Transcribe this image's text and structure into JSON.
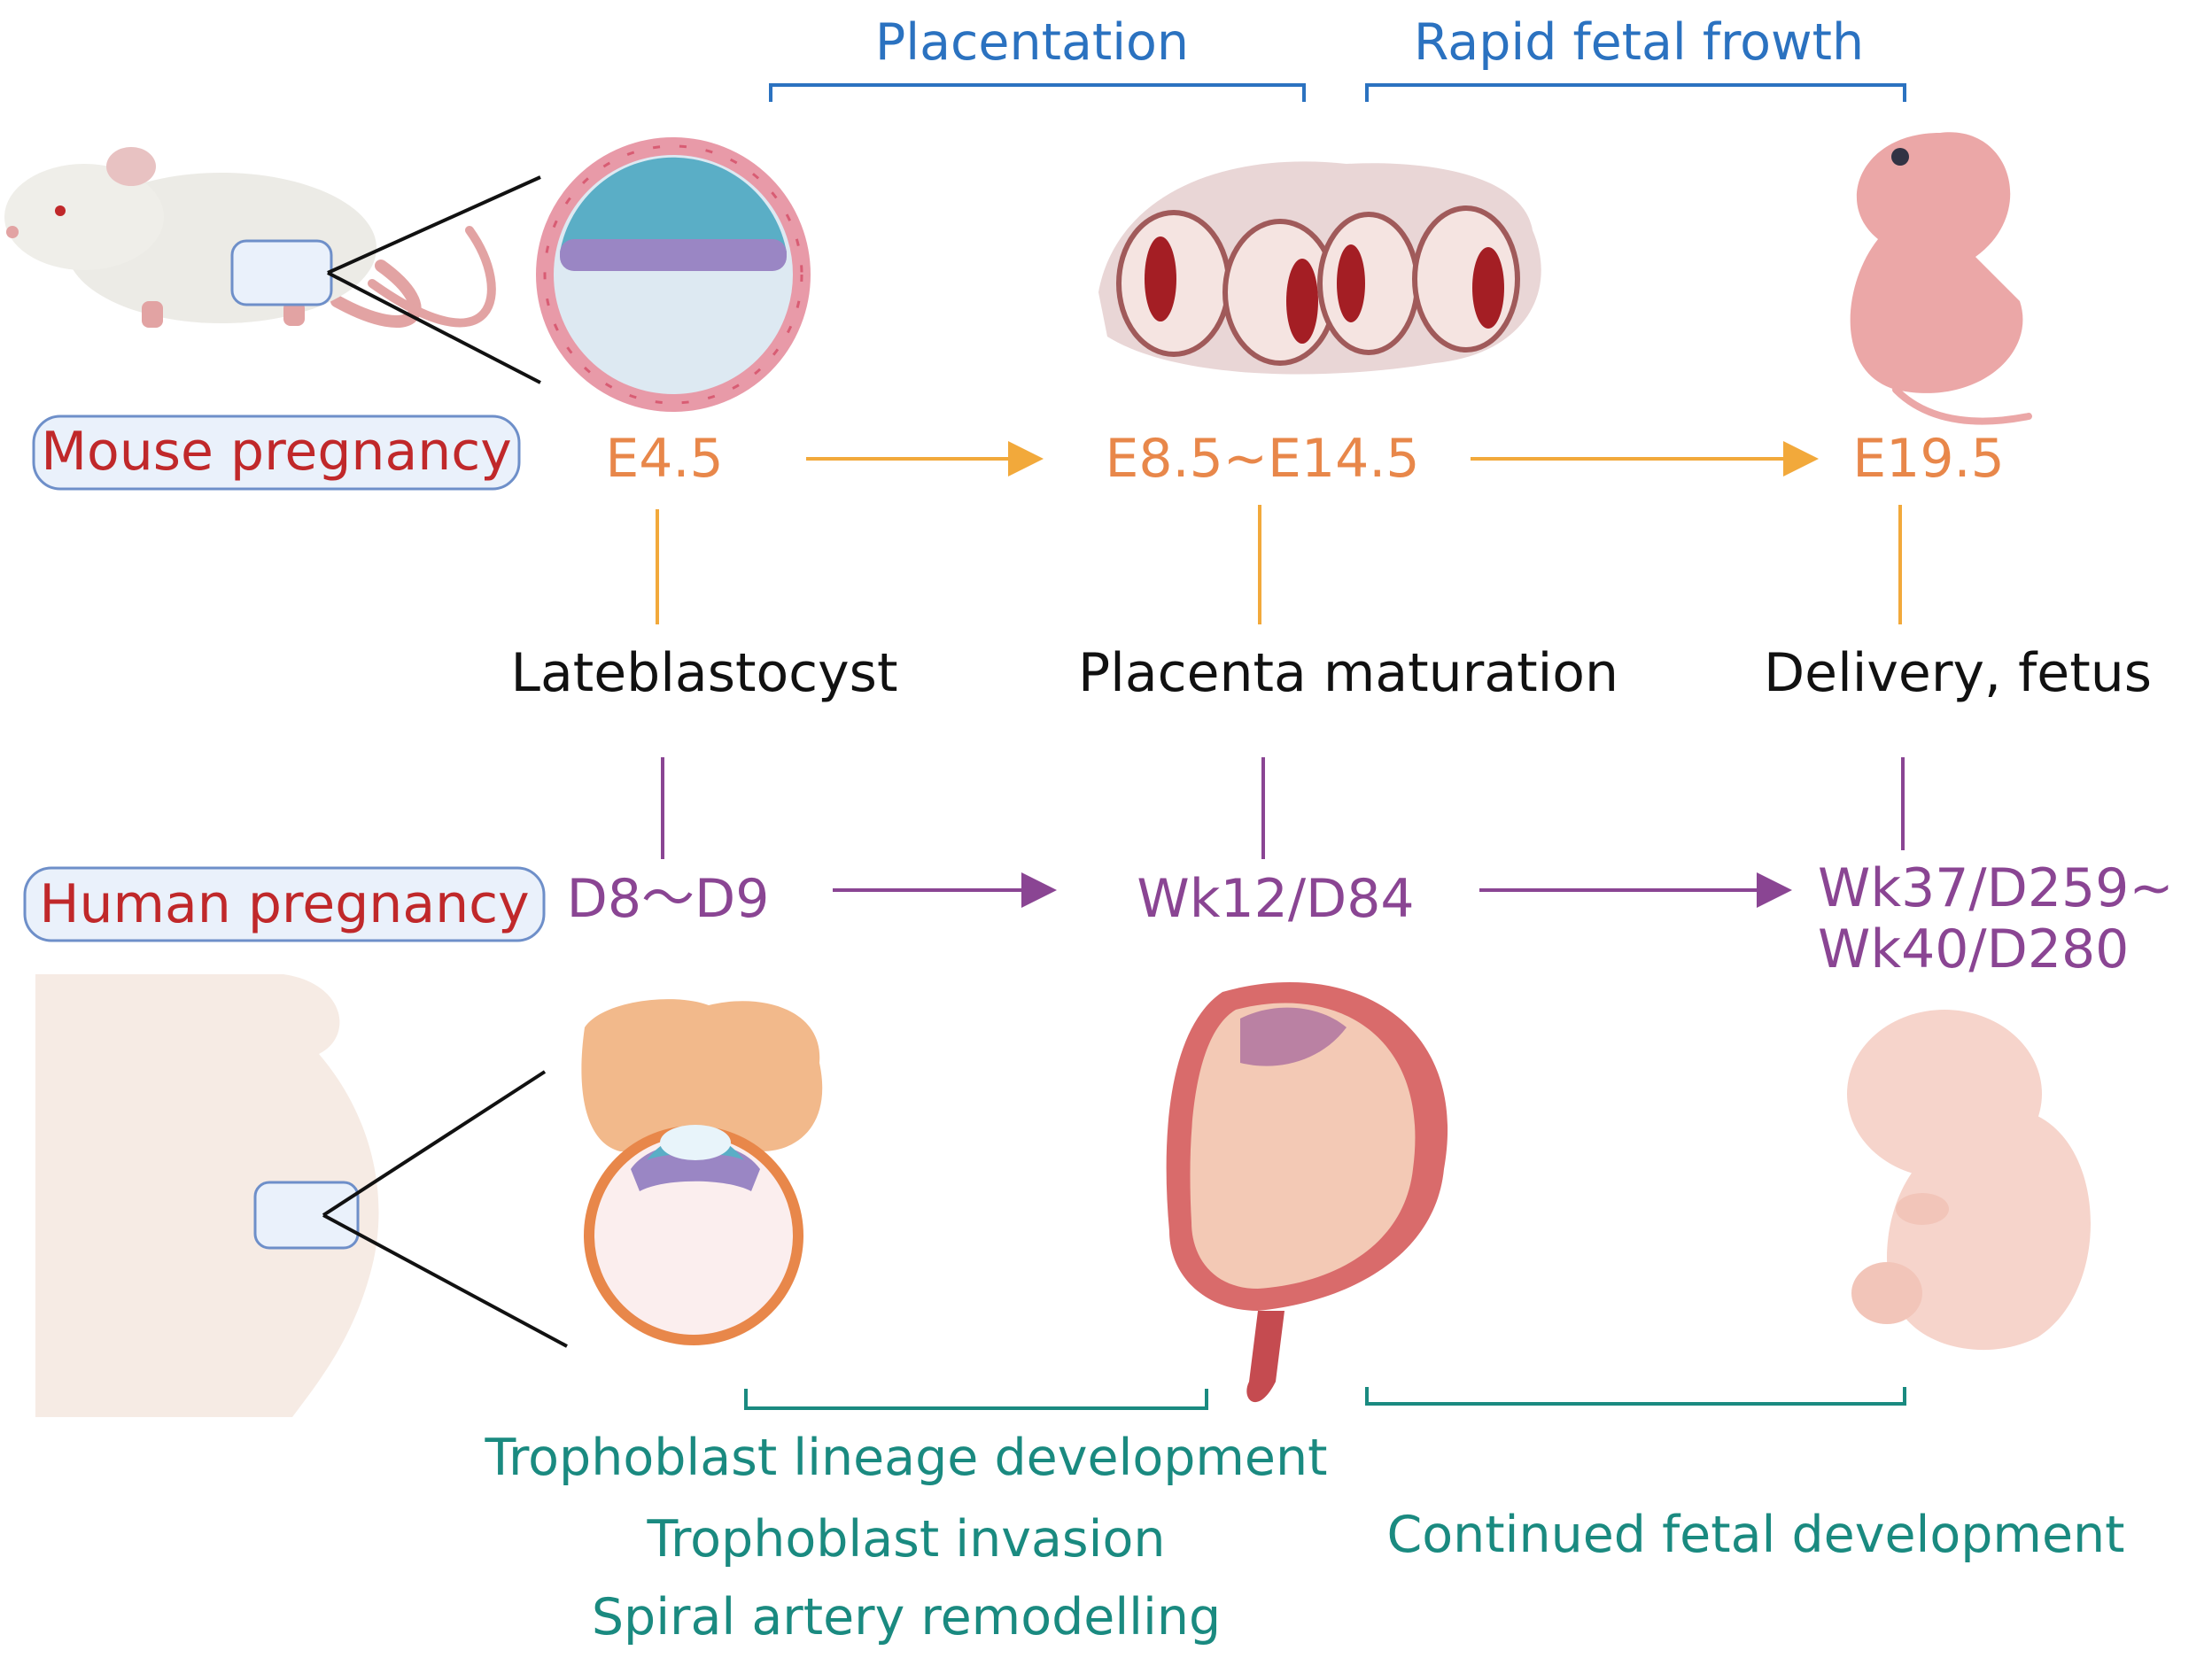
{
  "phases_top": {
    "placentation": "Placentation",
    "rapid_growth": "Rapid fetal frowth"
  },
  "species": {
    "mouse": "Mouse pregnancy",
    "human": "Human pregnancy"
  },
  "mouse_timeline": {
    "t1": "E4.5",
    "t2": "E8.5~E14.5",
    "t3": "E19.5"
  },
  "stages": {
    "s1": "Lateblastocyst",
    "s2": "Placenta maturation",
    "s3": "Delivery, fetus"
  },
  "human_timeline": {
    "t1": "D8～D9",
    "t2": "Wk12/D84",
    "t3_line1": "Wk37/D259~",
    "t3_line2": "Wk40/D280"
  },
  "phases_bottom": {
    "left_1": "Trophoblast lineage development",
    "left_2": "Trophoblast invasion",
    "left_3": "Spiral artery remodelling",
    "right_1": "Continued fetal development"
  },
  "colors": {
    "blue": "#2b72c0",
    "orange": "#e8874a",
    "gold": "#f2a93b",
    "purple": "#8a4593",
    "teal": "#1a8a80",
    "red": "#c0282a"
  }
}
